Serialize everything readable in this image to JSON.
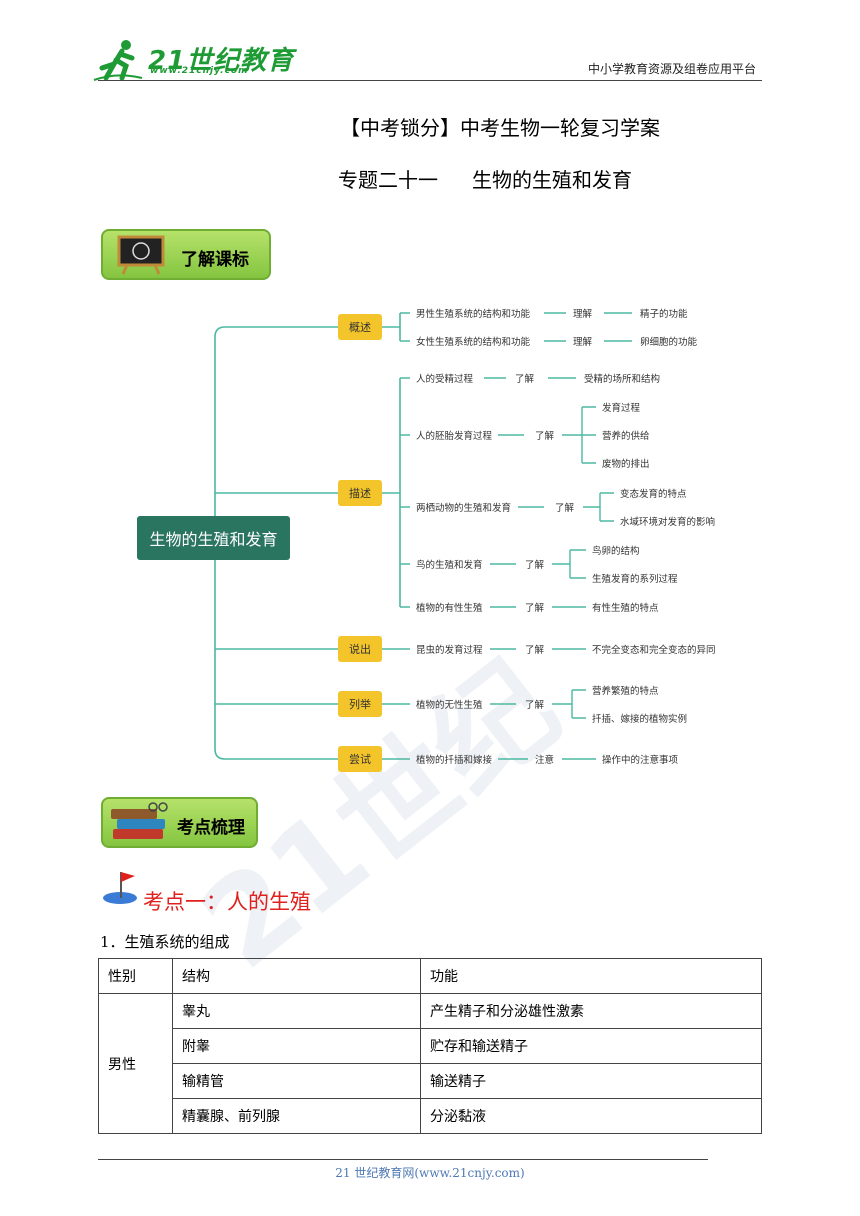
{
  "header": {
    "logo_text": "21世纪教育",
    "logo_url": "www.21cnjy.com",
    "right_text": "中小学教育资源及组卷应用平台"
  },
  "title": {
    "line1": "【中考锁分】中考生物一轮复习学案",
    "line2_a": "专题二十一",
    "line2_b": "生物的生殖和发育"
  },
  "badges": {
    "first": "了解课标",
    "second": "考点梳理"
  },
  "mindmap": {
    "root": "生物的生殖和发育",
    "nodes": [
      "概述",
      "描述",
      "说出",
      "列举",
      "尝试"
    ],
    "leaves": {
      "l1": "男性生殖系统的结构和功能",
      "l1v": "理解",
      "l1r": "精子的功能",
      "l2": "女性生殖系统的结构和功能",
      "l2v": "理解",
      "l2r": "卵细胞的功能",
      "l3": "人的受精过程",
      "l3v": "了解",
      "l3r": "受精的场所和结构",
      "l4": "人的胚胎发育过程",
      "l4v": "了解",
      "l4r1": "发育过程",
      "l4r2": "营养的供给",
      "l4r3": "废物的排出",
      "l5": "两栖动物的生殖和发育",
      "l5v": "了解",
      "l5r1": "变态发育的特点",
      "l5r2": "水域环境对发育的影响",
      "l6": "鸟的生殖和发育",
      "l6v": "了解",
      "l6r1": "鸟卵的结构",
      "l6r2": "生殖发育的系列过程",
      "l7": "植物的有性生殖",
      "l7v": "了解",
      "l7r": "有性生殖的特点",
      "l8": "昆虫的发育过程",
      "l8v": "了解",
      "l8r": "不完全变态和完全变态的异同",
      "l9": "植物的无性生殖",
      "l9v": "了解",
      "l9r1": "营养繁殖的特点",
      "l9r2": "扦插、嫁接的植物实例",
      "l10": "植物的扦插和嫁接",
      "l10v": "注意",
      "l10r": "操作中的注意事项"
    }
  },
  "kaodian": {
    "title": "考点一：人的生殖",
    "sub": "1．生殖系统的组成"
  },
  "table": {
    "headers": [
      "性别",
      "结构",
      "功能"
    ],
    "group": "男性",
    "rows": [
      {
        "structure": "睾丸",
        "function": "产生精子和分泌雄性激素"
      },
      {
        "structure": "附睾",
        "function": "贮存和输送精子"
      },
      {
        "structure": "输精管",
        "function": "输送精子"
      },
      {
        "structure": "精囊腺、前列腺",
        "function": "分泌黏液"
      }
    ]
  },
  "footer": {
    "text": "21 世纪教育网(www.21cnjy.com)"
  },
  "colors": {
    "accent_red": "#e0201d",
    "mindmap_green": "#2a7560",
    "node_yellow": "#f4c52a"
  }
}
